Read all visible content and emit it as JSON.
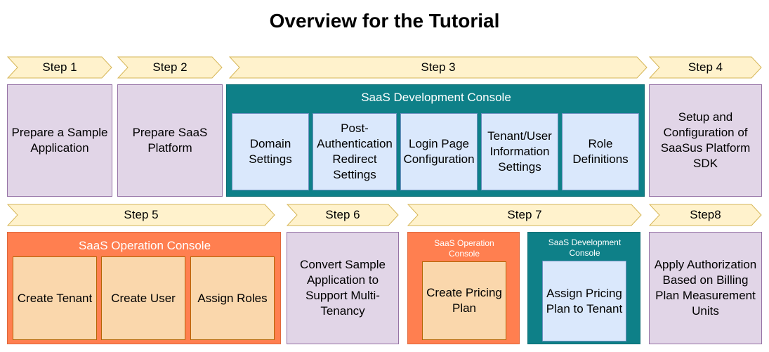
{
  "title": "Overview for the Tutorial",
  "colors": {
    "step_arrow": "#fff2cc",
    "step_arrow_border": "#d6b656",
    "task_box": "#e1d5e7",
    "dev_console": "#0e8088",
    "ops_console": "#ff7f50",
    "dev_item": "#dae8fc",
    "ops_item": "#fad7ac"
  },
  "steps": {
    "s1": "Step 1",
    "s2": "Step 2",
    "s3": "Step 3",
    "s4": "Step 4",
    "s5": "Step 5",
    "s6": "Step 6",
    "s7": "Step 7",
    "s8": "Step8"
  },
  "tasks": {
    "prepare_sample": "Prepare a Sample Application",
    "prepare_saas": "Prepare SaaS Platform",
    "setup_sdk": "Setup and Configuration of SaaSus Platform SDK",
    "convert_sample": "Convert Sample Application to Support Multi-Tenancy",
    "apply_authorization": "Apply Authorization Based on Billing Plan Measurement Units"
  },
  "dev_console": {
    "title": "SaaS Development Console",
    "items": [
      "Domain Settings",
      "Post-Authentication Redirect Settings",
      "Login Page Configuration",
      "Tenant/User Information Settings",
      "Role Definitions"
    ]
  },
  "ops_console": {
    "title": "SaaS Operation Console",
    "items": [
      "Create Tenant",
      "Create User",
      "Assign Roles"
    ]
  },
  "step7": {
    "ops_title": "SaaS Operation Console",
    "ops_item": "Create Pricing Plan",
    "dev_title": "SaaS Development Console",
    "dev_item": "Assign Pricing Plan to Tenant"
  }
}
